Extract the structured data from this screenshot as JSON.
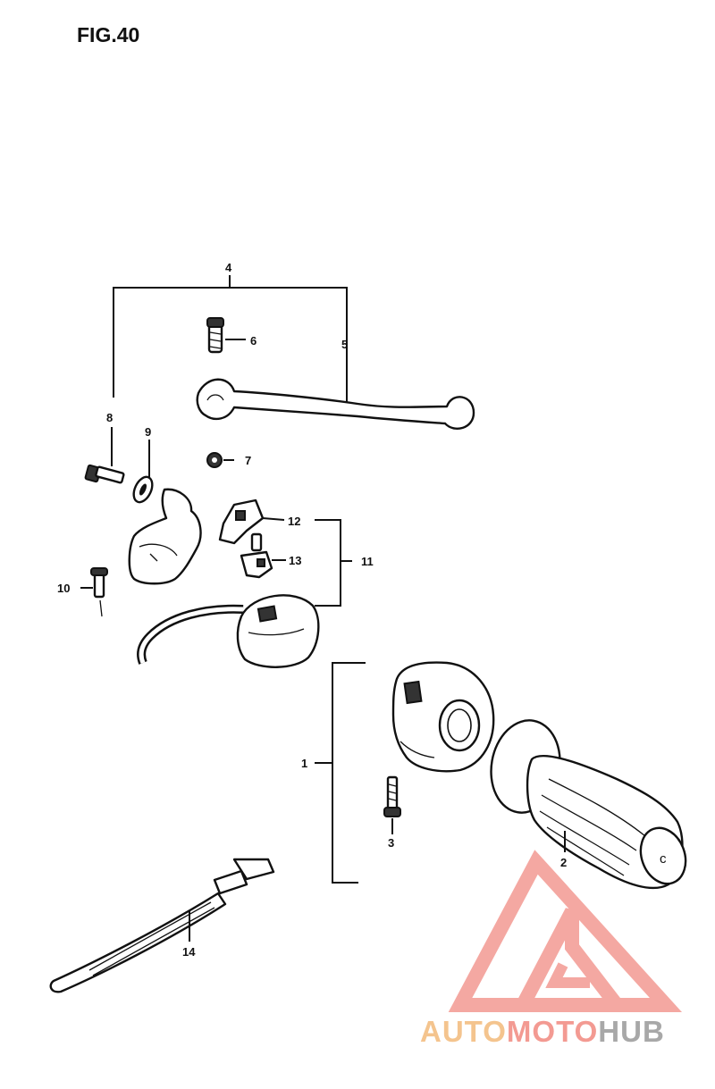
{
  "figure": {
    "title": "FIG.40"
  },
  "callouts": [
    "1",
    "2",
    "3",
    "4",
    "5",
    "6",
    "7",
    "8",
    "9",
    "10",
    "11",
    "12",
    "13",
    "14"
  ],
  "watermark": {
    "parts": [
      "AUTO",
      "MOTO",
      "HUB"
    ],
    "colors": {
      "auto": "#f4c48e",
      "moto": "#f39a92",
      "hub": "#a8a8a8",
      "logo": "#f39a92"
    }
  }
}
